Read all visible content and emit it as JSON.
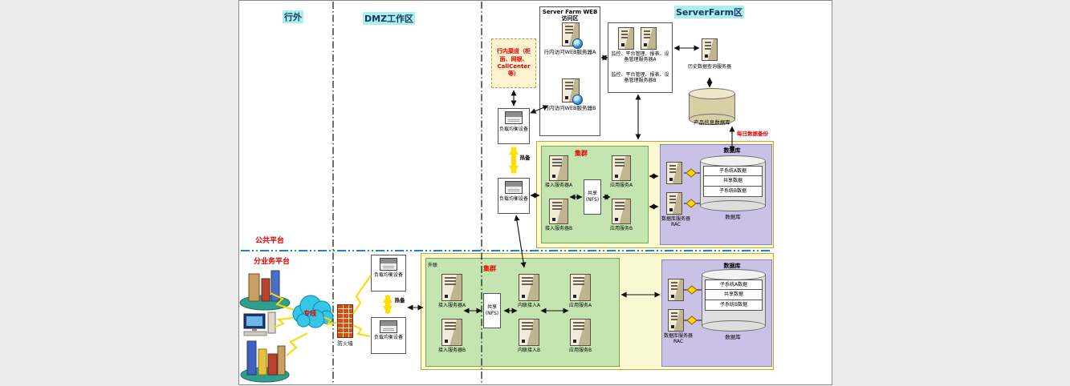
{
  "zones": {
    "outside": "行外",
    "dmz": "DMZ工作区",
    "serverfarm": "ServerFarm区",
    "public_platform": "公共平台",
    "sub_business_platform": "分业务平台"
  },
  "dmz": {
    "channel_box": "行内渠道（柜面、网银、CallCenter等）",
    "lb_top": "负载均衡设备",
    "lb_bottom": "负载均衡设备",
    "hot_standby": "热备"
  },
  "web_zone": {
    "title": "Server Farm WEB访问区",
    "server_a": "行内访问WEB服务器A",
    "server_b": "行内访问WEB服务器B"
  },
  "mgmt": {
    "server_a": "监控、平台管理、报表、设备管理服务器A",
    "server_b": "监控、平台管理、报表、设备管理服务器B",
    "history_server": "历史数据查询服务器",
    "product_db": "产品信息数据库",
    "daily_backup": "每日数据备份"
  },
  "upper_cluster": {
    "title": "集群",
    "access_a": "接入服务器A",
    "access_b": "接入服务器B",
    "nfs_line1": "共享",
    "nfs_line2": "(NFS)",
    "app_a": "应用服务A",
    "app_b": "应用服务B"
  },
  "upper_db": {
    "title": "数据库",
    "rac_label": "数据库服务器RAC",
    "band_a": "子系统A数据",
    "band_shared": "共享数据",
    "band_b": "子系统B数据",
    "cylinder_label": "数据库"
  },
  "access_network": {
    "cloud": "专线",
    "firewall": "防火墙",
    "lb_top": "负载均衡设备",
    "lb_bottom": "负载均衡设备",
    "hot_standby": "热备"
  },
  "lower_cluster": {
    "title": "集群",
    "external_label": "外联",
    "access_a": "接入服务器A",
    "access_b": "接入服务器B",
    "nfs_line1": "共享",
    "nfs_line2": "(NFS)",
    "internal_a": "内联接入A",
    "internal_b": "内联接入B",
    "app_a": "应用服务A",
    "app_b": "应用服务B"
  },
  "lower_db": {
    "title": "数据库",
    "rac_label": "数据库服务器RAC",
    "band_a": "子系统A数据",
    "band_shared": "共享数据",
    "band_b": "子系统B数据",
    "cylinder_label": "数据库"
  },
  "colors": {
    "zone_highlight": "#a9efef",
    "red_text": "#e80000",
    "cluster_yellow": "#fbf9d2",
    "cluster_green": "#c5e5b0",
    "db_purple": "#c9c1e6",
    "arrow_yellow": "#ffdf00",
    "divider_blue": "#0070c0"
  }
}
